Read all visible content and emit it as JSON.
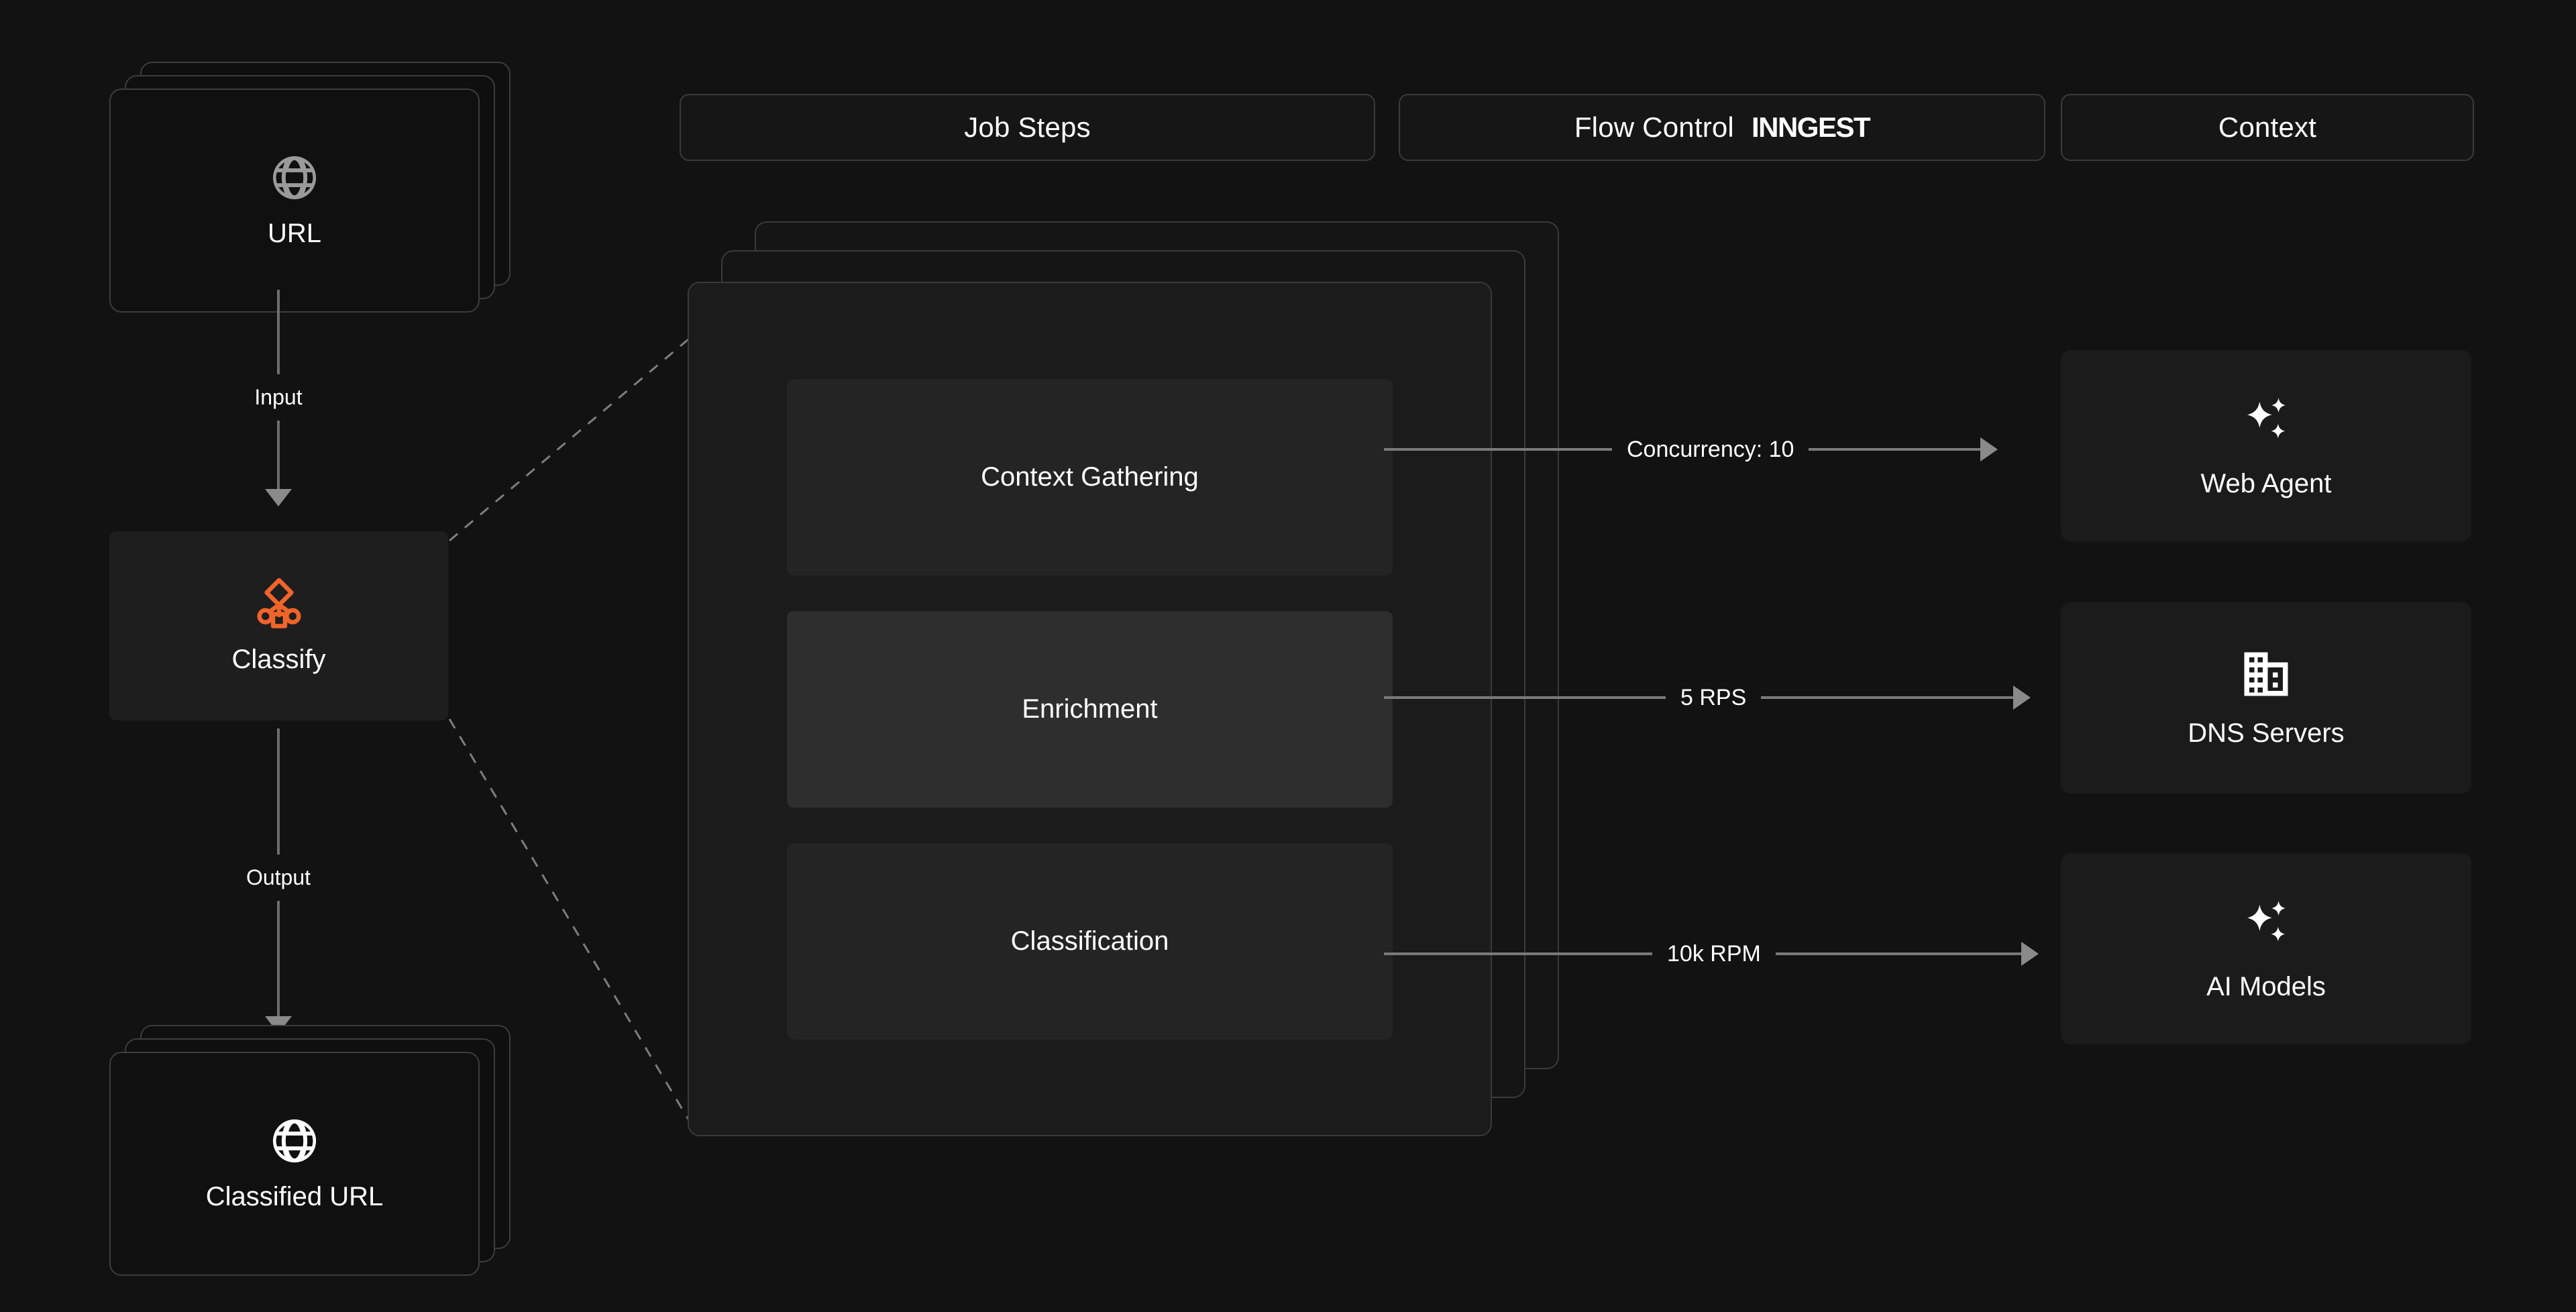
{
  "canvas": {
    "background": "#121212",
    "accent_orange": "#F0642B",
    "line_color": "#7a7a7a",
    "border_color": "#3a3a3a"
  },
  "headers": [
    {
      "label": "Job Steps",
      "icon": ""
    },
    {
      "label": "Flow Control",
      "wordmark": "INNGEST"
    },
    {
      "label": "Context",
      "icon": ""
    }
  ],
  "input_flow": {
    "source_card": {
      "label": "URL",
      "icon": "globe-icon"
    },
    "input_edge_label": "Input",
    "node": {
      "label": "Classify",
      "icon": "classify-workflow-icon"
    },
    "output_edge_label": "Output",
    "result_card": {
      "label": "Classified URL",
      "icon": "globe-icon"
    }
  },
  "job_steps": {
    "steps": [
      {
        "label": "Context Gathering",
        "highlighted": false
      },
      {
        "label": "Enrichment",
        "highlighted": true
      },
      {
        "label": "Classification",
        "highlighted": false
      }
    ]
  },
  "flow_control": {
    "edges": [
      {
        "label": "Concurrency: 10"
      },
      {
        "label": "5 RPS"
      },
      {
        "label": "10k RPM"
      }
    ]
  },
  "context": {
    "cards": [
      {
        "label": "Web Agent",
        "icon": "sparkles-icon"
      },
      {
        "label": "DNS Servers",
        "icon": "building-icon"
      },
      {
        "label": "AI Models",
        "icon": "sparkles-icon"
      }
    ]
  }
}
